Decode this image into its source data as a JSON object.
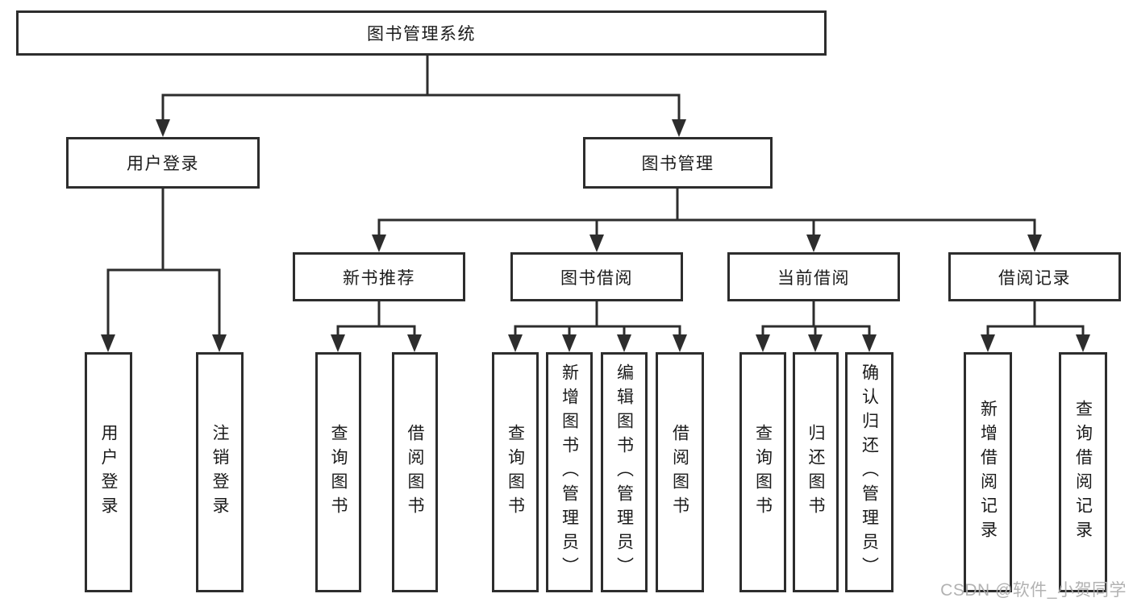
{
  "tree": {
    "root": {
      "label": "图书管理系统",
      "children": [
        {
          "label": "用户登录",
          "children": [
            {
              "label": "用户登录"
            },
            {
              "label": "注销登录"
            }
          ]
        },
        {
          "label": "图书管理",
          "children": [
            {
              "label": "新书推荐",
              "children": [
                {
                  "label": "查询图书"
                },
                {
                  "label": "借阅图书"
                }
              ]
            },
            {
              "label": "图书借阅",
              "children": [
                {
                  "label": "查询图书"
                },
                {
                  "label": "新增图书（管理员）"
                },
                {
                  "label": "编辑图书（管理员）"
                },
                {
                  "label": "借阅图书"
                }
              ]
            },
            {
              "label": "当前借阅",
              "children": [
                {
                  "label": "查询图书"
                },
                {
                  "label": "归还图书"
                },
                {
                  "label": "确认归还（管理员）"
                }
              ]
            },
            {
              "label": "借阅记录",
              "children": [
                {
                  "label": "新增借阅记录"
                },
                {
                  "label": "查询借阅记录"
                }
              ]
            }
          ]
        }
      ]
    }
  },
  "watermark": {
    "text": "CSDN @软件_小贺同学"
  },
  "colors": {
    "line": "#2d2d2d",
    "text": "#1b1b1b",
    "background": "#ffffff",
    "watermark": "#acacac"
  }
}
